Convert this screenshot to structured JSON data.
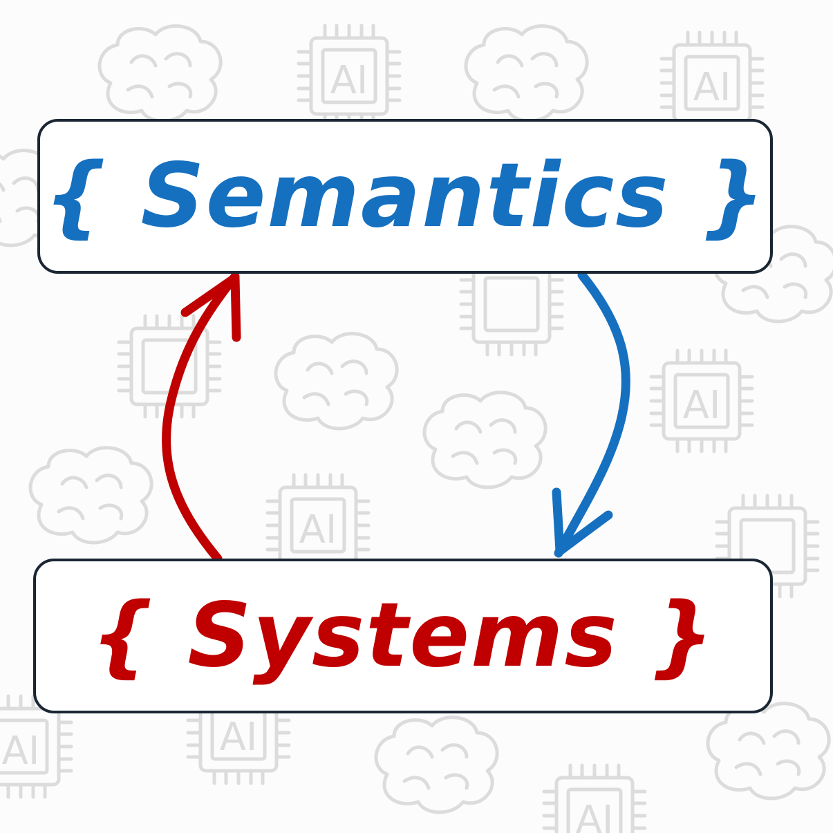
{
  "top_box": {
    "text": "{ Semantics }",
    "color": "#1670c0"
  },
  "bottom_box": {
    "text": "{ Systems }",
    "color": "#c00000"
  },
  "background": {
    "icon_text": "AI",
    "icons": [
      "brain-icon",
      "ai-chip-icon"
    ]
  },
  "arrows": [
    {
      "from": "bottom_box",
      "to": "top_box",
      "color": "#c00000"
    },
    {
      "from": "top_box",
      "to": "bottom_box",
      "color": "#1670c0"
    }
  ]
}
